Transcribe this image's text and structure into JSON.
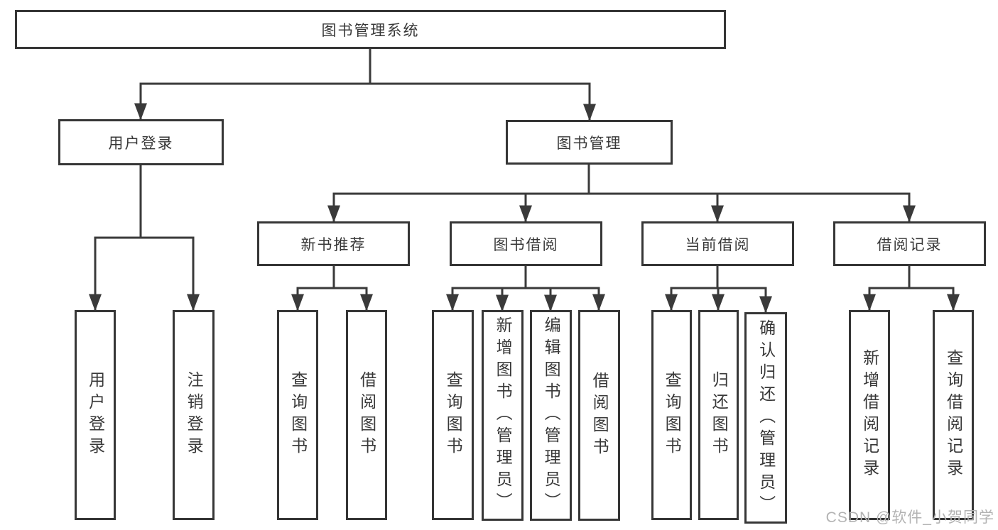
{
  "diagram": {
    "root": {
      "label": "图书管理系统"
    },
    "user_login": {
      "label": "用户登录",
      "children": [
        {
          "label": "用户登录"
        },
        {
          "label": "注销登录"
        }
      ]
    },
    "book_mgmt": {
      "label": "图书管理"
    },
    "new_books": {
      "label": "新书推荐",
      "children": [
        {
          "label": "查询图书"
        },
        {
          "label": "借阅图书"
        }
      ]
    },
    "book_borrow": {
      "label": "图书借阅",
      "children": [
        {
          "label": "查询图书"
        },
        {
          "label": "新增图书（管理员）"
        },
        {
          "label": "编辑图书（管理员）"
        },
        {
          "label": "借阅图书"
        }
      ]
    },
    "current_borrow": {
      "label": "当前借阅",
      "children": [
        {
          "label": "查询图书"
        },
        {
          "label": "归还图书"
        },
        {
          "label": "确认归还（管理员）"
        }
      ]
    },
    "borrow_records": {
      "label": "借阅记录",
      "children": [
        {
          "label": "新增借阅记录"
        },
        {
          "label": "查询借阅记录"
        }
      ]
    }
  },
  "watermark": {
    "text": "CSDN @软件_小贺同学"
  },
  "colors": {
    "line": "#3a3a3a",
    "box_border": "#363636",
    "box_bg": "#ffffff",
    "text": "#383838",
    "watermark": "#b3b3b3",
    "background": "#ffffff"
  }
}
